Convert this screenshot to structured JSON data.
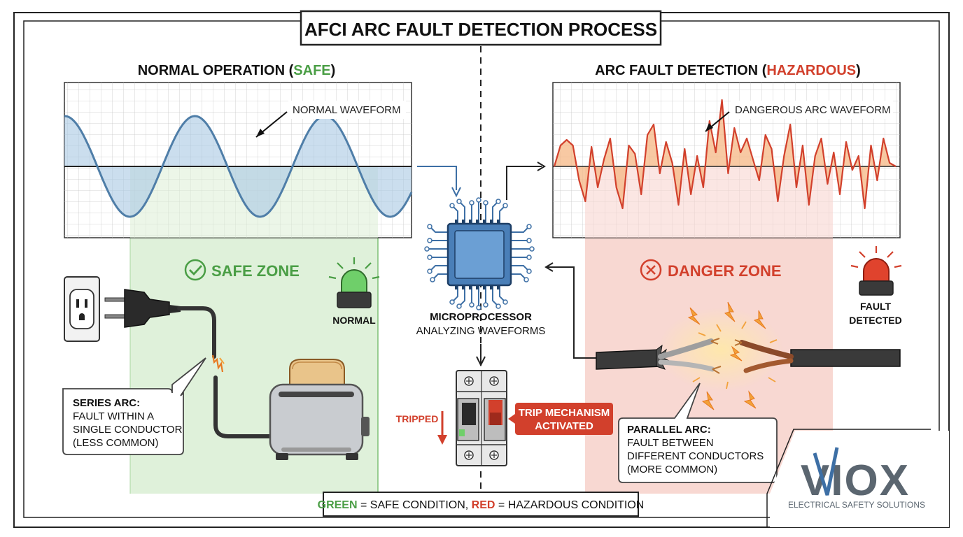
{
  "title": "AFCI ARC FAULT DETECTION PROCESS",
  "left_panel": {
    "heading": "NORMAL OPERATION",
    "status_open": "(",
    "status": "SAFE",
    "status_close": ")",
    "waveform_label": "NORMAL WAVEFORM",
    "zone_label": "SAFE ZONE",
    "indicator_label": "NORMAL",
    "callout": {
      "title": "SERIES ARC:",
      "lines": [
        "FAULT WITHIN A",
        "SINGLE CONDUCTOR",
        "(LESS COMMON)"
      ]
    }
  },
  "right_panel": {
    "heading": "ARC FAULT DETECTION",
    "status_open": "(",
    "status": "HAZARDOUS",
    "status_close": ")",
    "waveform_label": "DANGEROUS ARC WAVEFORM",
    "zone_label": "DANGER ZONE",
    "indicator_lines": [
      "FAULT",
      "DETECTED"
    ],
    "callout": {
      "title": "PARALLEL ARC:",
      "lines": [
        "FAULT BETWEEN",
        "DIFFERENT CONDUCTORS",
        "(MORE COMMON)"
      ]
    }
  },
  "center": {
    "chip_title": "MICROPROCESSOR",
    "chip_subtitle": "ANALYZING WAVEFORMS",
    "tripped_label": "TRIPPED",
    "trip_mechanism_lines": [
      "TRIP MECHANISM",
      "ACTIVATED"
    ]
  },
  "legend": {
    "green_word": "GREEN",
    "green_text": " = SAFE CONDITION, ",
    "red_word": "RED",
    "red_text": " = HAZARDOUS CONDITION"
  },
  "brand": {
    "logo": "VIOX",
    "tagline": "ELECTRICAL SAFETY SOLUTIONS"
  },
  "colors": {
    "safe_green": "#4a9e45",
    "danger_red": "#d2402c",
    "wave_blue": "#4f7ea8",
    "chip_blue": "#3d6fa5"
  }
}
